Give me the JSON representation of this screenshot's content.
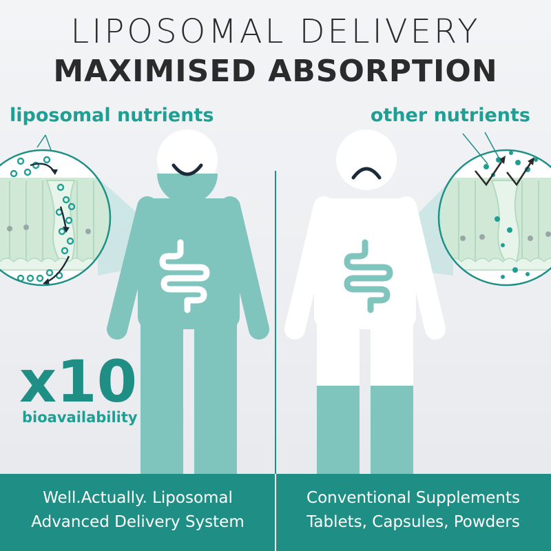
{
  "header": {
    "line1": "LIPOSOMAL DELIVERY",
    "line2": "MAXIMISED ABSORPTION"
  },
  "left_panel": {
    "label": "liposomal nutrients",
    "factor": "x10",
    "factor_caption": "bioavailability"
  },
  "right_panel": {
    "label": "other nutrients"
  },
  "footer": {
    "left_line1": "Well.Actually. Liposomal",
    "left_line2": "Advanced Delivery System",
    "right_line1": "Conventional Supplements",
    "right_line2": "Tablets, Capsules, Powders"
  },
  "colors": {
    "teal": "#1f8f86",
    "teal_light": "#7fc4bd",
    "teal_label": "#1f9e94",
    "tissue_green": "#cfe9d6",
    "text_dark": "#2b2b2b",
    "white": "#ffffff"
  },
  "icons": [
    "smile-face-icon",
    "sad-face-icon",
    "intestine-icon",
    "arrow-icon"
  ]
}
